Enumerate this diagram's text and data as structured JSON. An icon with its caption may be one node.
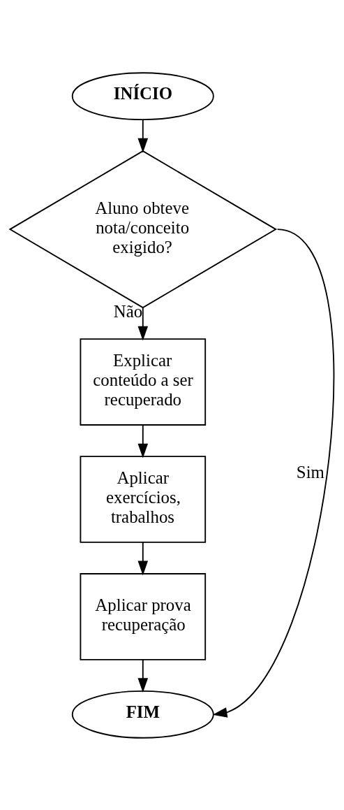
{
  "diagram": {
    "nodes": [
      {
        "text": [
          "INÍCIO"
        ]
      },
      {
        "text": [
          "Aluno obteve nota/conceito exigido?"
        ]
      },
      {
        "text": [
          "Explicar conteúdo a ser recuperado"
        ]
      },
      {
        "text": [
          "Aplicar exercícios, trabalhos"
        ]
      },
      {
        "text": [
          "Aplicar prova recuperação"
        ]
      },
      {
        "text": [
          "FIM"
        ]
      }
    ],
    "edges": [
      {
        "from": 0,
        "to": 1,
        "arrow": "to"
      },
      {
        "from": 1,
        "to": 2,
        "arrow": "to",
        "label": "Não"
      },
      {
        "from": 2,
        "to": 3,
        "arrow": "to"
      },
      {
        "from": 3,
        "to": 4,
        "arrow": "to"
      },
      {
        "from": 4,
        "to": 5,
        "arrow": "to"
      },
      {
        "from": 1,
        "to": 5,
        "arrow": "to",
        "label": "Sim"
      }
    ]
  }
}
